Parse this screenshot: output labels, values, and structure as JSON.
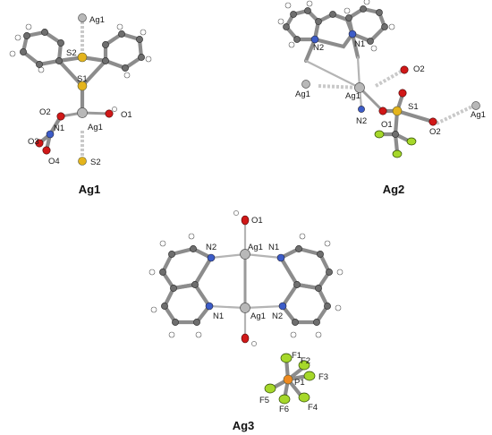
{
  "panels": [
    {
      "caption": "Ag1",
      "labels": [
        "Ag1",
        "S2",
        "S1",
        "O2",
        "N1",
        "O3",
        "O4",
        "Ag1",
        "O1",
        "S2"
      ]
    },
    {
      "caption": "Ag2",
      "labels": [
        "N2",
        "N1",
        "Ag1",
        "Ag1",
        "O2",
        "N2",
        "S1",
        "O1",
        "O2",
        "Ag1"
      ]
    },
    {
      "caption": "Ag3",
      "labels": [
        "O1",
        "N2",
        "Ag1",
        "N1",
        "N1",
        "Ag1",
        "N2",
        "F1",
        "F2",
        "F3",
        "F5",
        "P1",
        "F6",
        "F4"
      ]
    }
  ],
  "colors": {
    "carbon": "#6e6e6e",
    "hydrogen": "#ffffff",
    "nitrogen": "#3c5cc8",
    "oxygen": "#d01818",
    "sulfur": "#e4b41c",
    "silver": "#b8b8b8",
    "phosphorus": "#f08a1e",
    "fluorine": "#a6d82a"
  }
}
